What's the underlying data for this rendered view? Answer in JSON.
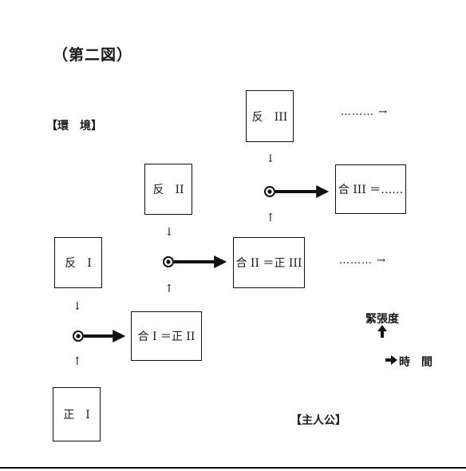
{
  "title": "（第二図）",
  "labels": {
    "environment": "【環　境】",
    "tension": "緊張度",
    "time": "時　間",
    "protagonist": "【主人公】"
  },
  "boxes": {
    "sei1": "正　I",
    "han1": "反　I",
    "gou1": "合 I ＝正 II",
    "han2": "反　II",
    "gou2": "合 II ＝正 III",
    "han3": "反　III",
    "gou3": "合 III ＝……"
  },
  "continuations": {
    "upper": "……… →",
    "middle": "……… →"
  },
  "glyphs": {
    "down_arrow": "↓",
    "up_arrow": "↑"
  }
}
